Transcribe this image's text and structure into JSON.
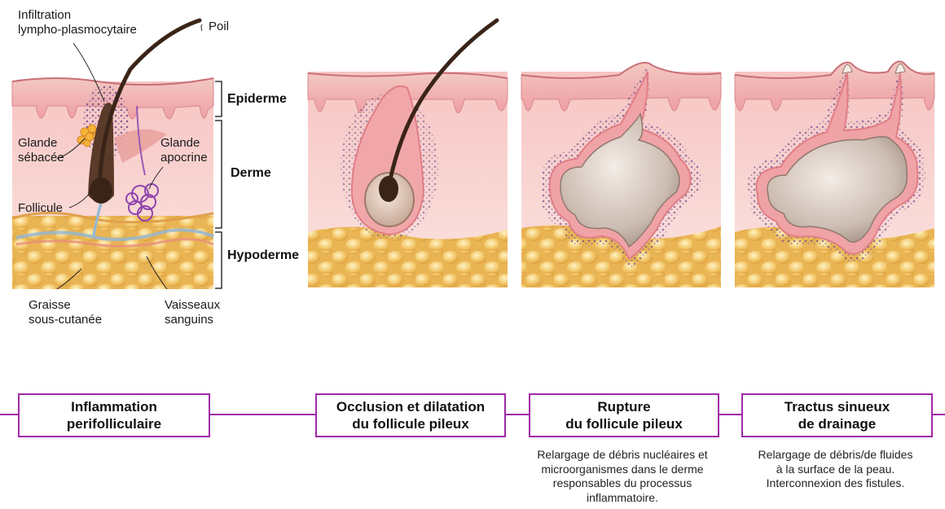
{
  "labels": {
    "infiltration": [
      "Infiltration",
      "lympho-plasmocytaire"
    ],
    "poil": "Poil",
    "glande_sebacee": [
      "Glande",
      "sébacée"
    ],
    "glande_apocrine": [
      "Glande",
      "apocrine"
    ],
    "follicule": "Follicule",
    "graisse": [
      "Graisse",
      "sous-cutanée"
    ],
    "vaisseaux": [
      "Vaisseaux",
      "sanguins"
    ]
  },
  "layers": {
    "epiderme": "Epiderme",
    "derme": "Derme",
    "hypoderme": "Hypoderme"
  },
  "stages": [
    {
      "lines": [
        "Inflammation",
        "perifolliculaire"
      ],
      "description": []
    },
    {
      "lines": [
        "Occlusion et dilatation",
        "du follicule pileux"
      ],
      "description": []
    },
    {
      "lines": [
        "Rupture",
        "du follicule pileux"
      ],
      "description": [
        "Relargage de débris nucléaires et",
        "microorganismes dans le derme",
        "responsables du processus",
        "inflammatoire."
      ]
    },
    {
      "lines": [
        "Tractus sinueux",
        "de drainage"
      ],
      "description": [
        "Relargage de débris/de fluides",
        "à la surface de la peau.",
        "Interconnexion des fistules."
      ]
    }
  ],
  "colors": {
    "accent": "#a12aa6",
    "epidermis": "#f2b8b8",
    "dermis": "#f8d6d4",
    "fat": "#f0c060",
    "hair": "#3a2418"
  }
}
